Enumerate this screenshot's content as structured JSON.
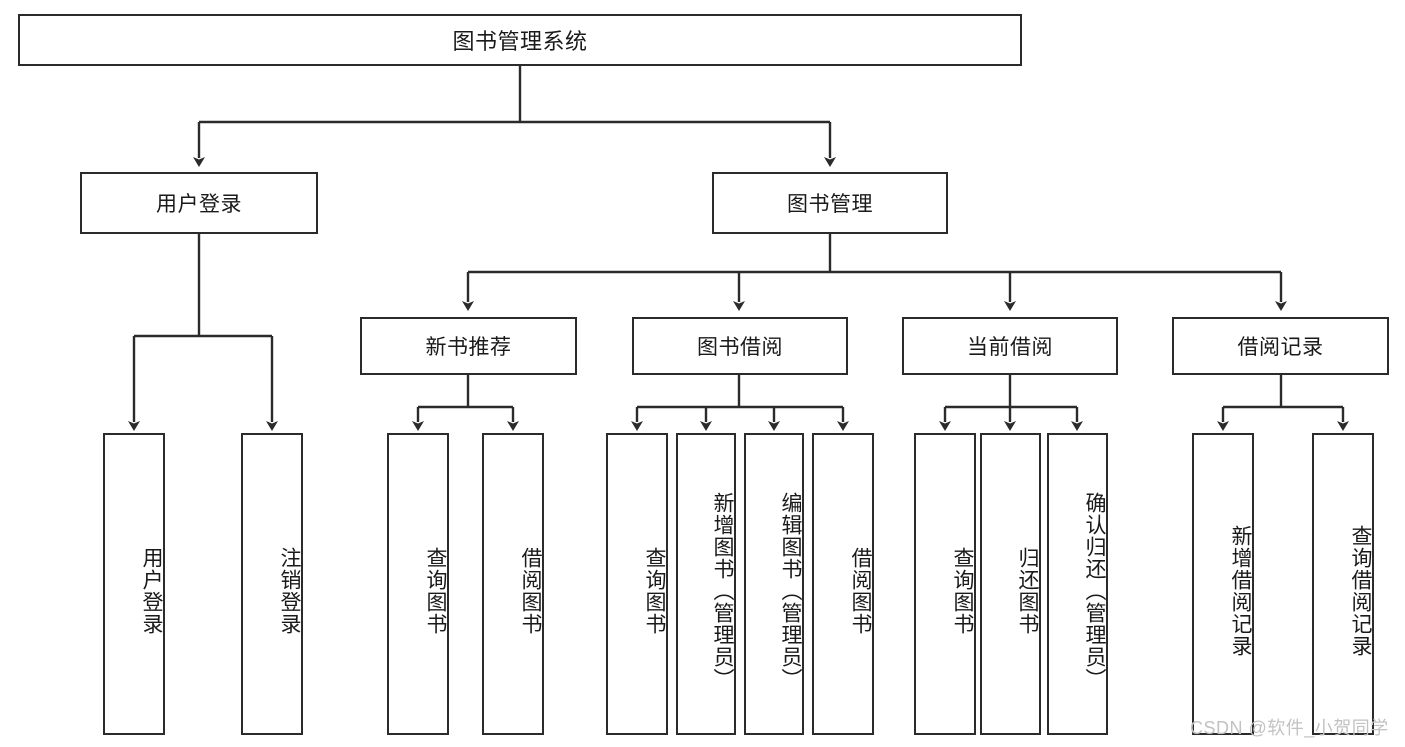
{
  "diagram": {
    "title": "图书管理系统",
    "type": "tree-hierarchy-chart",
    "root": {
      "label": "图书管理系统"
    },
    "level1": [
      {
        "label": "用户登录"
      },
      {
        "label": "图书管理"
      }
    ],
    "level2": [
      {
        "label": "新书推荐"
      },
      {
        "label": "图书借阅"
      },
      {
        "label": "当前借阅"
      },
      {
        "label": "借阅记录"
      }
    ],
    "leaves": {
      "user_login": [
        {
          "label": "用户登录"
        },
        {
          "label": "注销登录"
        }
      ],
      "new_book_recommend": [
        {
          "label": "查询图书"
        },
        {
          "label": "借阅图书"
        }
      ],
      "book_borrow": [
        {
          "label": "查询图书"
        },
        {
          "label": "新增图书（管理员）"
        },
        {
          "label": "编辑图书（管理员）"
        },
        {
          "label": "借阅图书"
        }
      ],
      "current_borrow": [
        {
          "label": "查询图书"
        },
        {
          "label": "归还图书"
        },
        {
          "label": "确认归还（管理员）"
        }
      ],
      "borrow_record": [
        {
          "label": "新增借阅记录"
        },
        {
          "label": "查询借阅记录"
        }
      ]
    }
  },
  "watermark": {
    "text": "CSDN @软件_小贺同学"
  },
  "colors": {
    "stroke": "#2b2b2b",
    "background": "#ffffff",
    "text": "#1a1a1a",
    "watermark": "#c2c2c2"
  }
}
